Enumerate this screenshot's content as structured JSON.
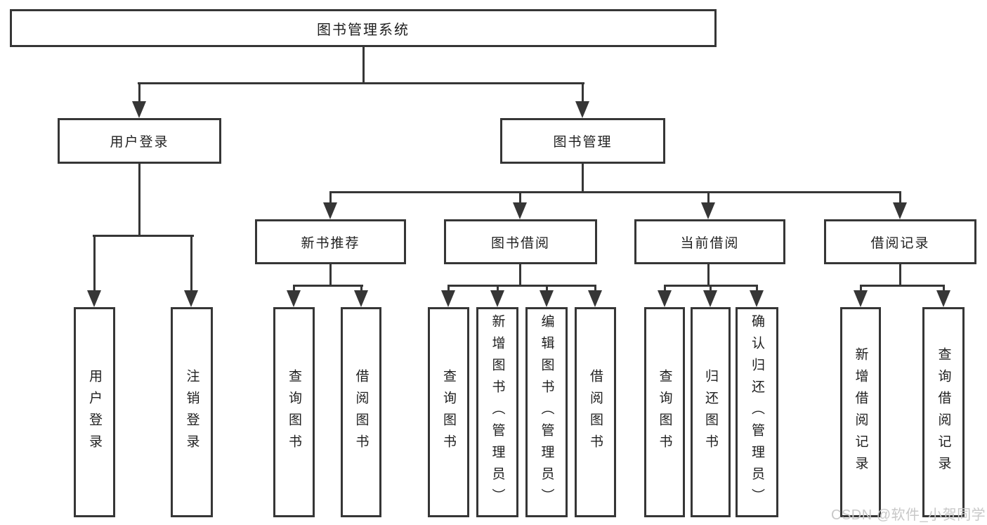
{
  "nodes": {
    "root": "图书管理系统",
    "user_login": "用户登录",
    "book_mgmt": "图书管理",
    "new_books": "新书推荐",
    "book_borrow": "图书借阅",
    "current_borrow": "当前借阅",
    "borrow_records": "借阅记录",
    "leaf_user_login": "用户登录",
    "leaf_logout": "注销登录",
    "leaf_query_books_new": "查询图书",
    "leaf_borrow_books_new": "借阅图书",
    "leaf_query_books_borrow": "查询图书",
    "leaf_add_book_admin": "新增图书（管理员）",
    "leaf_edit_book_admin": "编辑图书（管理员）",
    "leaf_borrow_books_borrow": "借阅图书",
    "leaf_query_books_current": "查询图书",
    "leaf_return_book": "归还图书",
    "leaf_confirm_return_admin": "确认归还（管理员）",
    "leaf_add_borrow_record": "新增借阅记录",
    "leaf_query_borrow_record": "查询借阅记录"
  },
  "hierarchy": {
    "图书管理系统": {
      "用户登录": [
        "用户登录",
        "注销登录"
      ],
      "图书管理": {
        "新书推荐": [
          "查询图书",
          "借阅图书"
        ],
        "图书借阅": [
          "查询图书",
          "新增图书（管理员）",
          "编辑图书（管理员）",
          "借阅图书"
        ],
        "当前借阅": [
          "查询图书",
          "归还图书",
          "确认归还（管理员）"
        ],
        "借阅记录": [
          "新增借阅记录",
          "查询借阅记录"
        ]
      }
    }
  },
  "watermark": "CSDN @软件_小贺同学",
  "colors": {
    "line": "#363636",
    "text": "#1f1f1f",
    "background": "#ffffff",
    "watermark": "#c8c8c8"
  }
}
